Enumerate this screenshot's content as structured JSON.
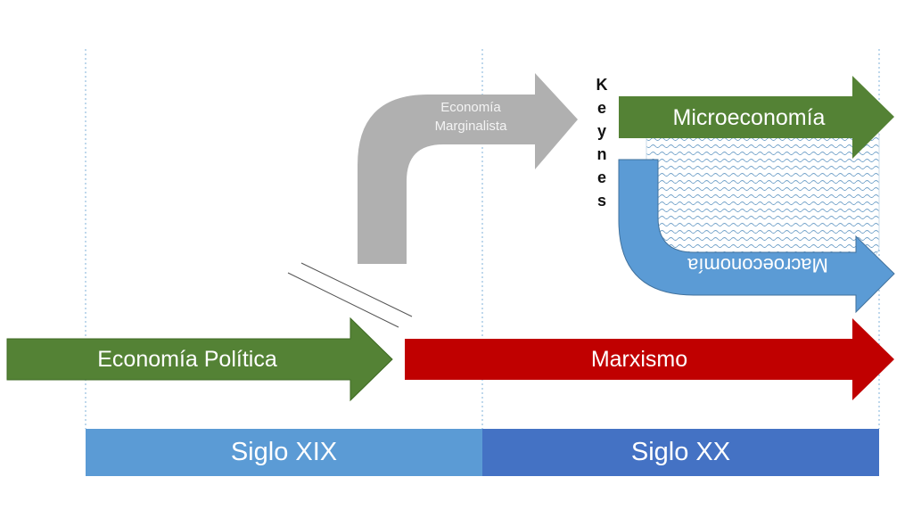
{
  "colors": {
    "green": "#548235",
    "red": "#c00000",
    "gray": "#b0b0b0",
    "blue_light": "#5b9bd5",
    "blue_dark": "#4472c4"
  },
  "arrows": {
    "economia_politica": "Economía Política",
    "marxismo": "Marxismo",
    "marginalista_line1": "Economía",
    "marginalista_line2": "Marginalista",
    "microeconomia": "Microeconomía",
    "macroeconomia": "Macroeconomía"
  },
  "keynes": [
    "K",
    "e",
    "y",
    "n",
    "e",
    "s"
  ],
  "timeline": {
    "siglo_xix": "Siglo XIX",
    "siglo_xx": "Siglo XX"
  }
}
